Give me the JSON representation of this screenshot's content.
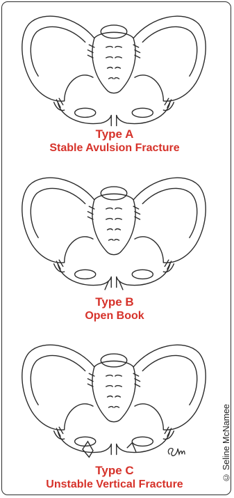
{
  "panels": [
    {
      "type_label": "Type A",
      "desc_label": "Stable Avulsion Fracture"
    },
    {
      "type_label": "Type B",
      "desc_label": "Open Book"
    },
    {
      "type_label": "Type C",
      "desc_label": "Unstable Vertical Fracture"
    }
  ],
  "credit": "© Seline McNamee",
  "artist_signature": "Sm",
  "colors": {
    "caption": "#d6322a",
    "line": "#2a2a2a",
    "border": "#2a2a2a"
  }
}
